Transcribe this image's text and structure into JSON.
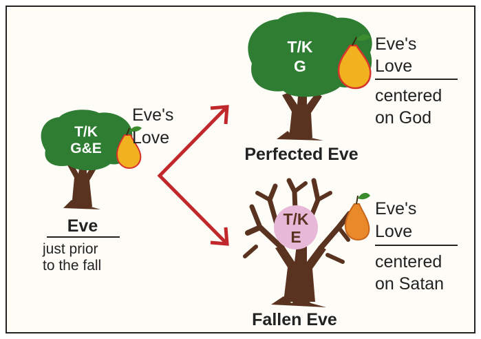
{
  "colors": {
    "canopy_green": "#2e7d32",
    "trunk_brown": "#5a3320",
    "arrow_red": "#c0282b",
    "pear_yellow": "#f0b21f",
    "pear_red": "#d7322c",
    "pear_orange": "#e8892a",
    "leaf_green": "#3a8c2f",
    "pink_circle": "#e8b8d8",
    "text_dark": "#222222"
  },
  "eve_before": {
    "tree_text_1": "T/K",
    "tree_text_2": "G&E",
    "love_line_1": "Eve's",
    "love_line_2": "Love",
    "title": "Eve",
    "caption_line_1": "just prior",
    "caption_line_2": "to the fall"
  },
  "perfected": {
    "tree_text_1": "T/K",
    "tree_text_2": "G",
    "love_line_1": "Eve's",
    "love_line_2": "Love",
    "centered_line_1": "centered",
    "centered_line_2": "on God",
    "title": "Perfected Eve"
  },
  "fallen": {
    "tree_text_1": "T/K",
    "tree_text_2": "E",
    "love_line_1": "Eve's",
    "love_line_2": "Love",
    "centered_line_1": "centered",
    "centered_line_2": "on Satan",
    "title": "Fallen Eve"
  },
  "icons": [
    "tree-icon",
    "pear-icon",
    "bare-tree-icon",
    "arrow-icon"
  ]
}
